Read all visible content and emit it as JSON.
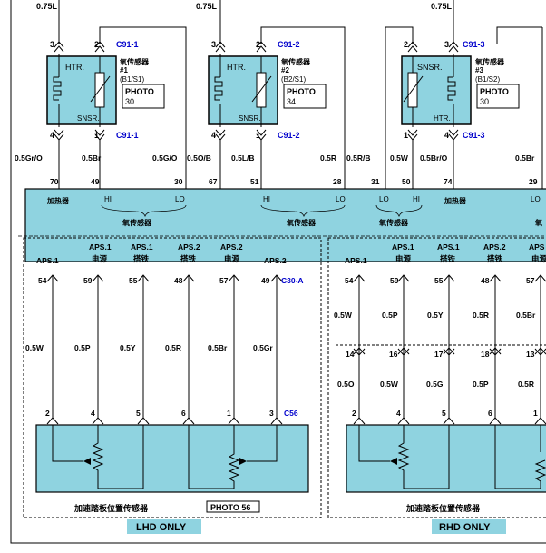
{
  "colors": {
    "box_fill": "#8fd3e0",
    "wire": "#000000",
    "connector_label": "#0000cc",
    "background": "#ffffff"
  },
  "top_wires": [
    "0.75L",
    "0.75L",
    "0.75L"
  ],
  "sensors": [
    {
      "connector": "C91-1",
      "pin_left": "3",
      "pin_right": "2",
      "pin_bottom_left": "4",
      "pin_bottom_right": "1",
      "label_top": "HTR.",
      "label_bottom": "SNSR.",
      "name": "氧传感器",
      "num": "#1",
      "loc": "(B1/S1)",
      "photo": "PHOTO",
      "photo_num": "30"
    },
    {
      "connector": "C91-2",
      "pin_left": "3",
      "pin_right": "2",
      "pin_bottom_left": "4",
      "pin_bottom_right": "1",
      "label_top": "HTR.",
      "label_bottom": "SNSR.",
      "name": "氧传感器",
      "num": "#2",
      "loc": "(B2/S1)",
      "photo": "PHOTO",
      "photo_num": "34"
    },
    {
      "connector": "C91-3",
      "pin_left": "2",
      "pin_right": "3",
      "pin_bottom_left": "1",
      "pin_bottom_right": "4",
      "label_top": "SNSR.",
      "label_bottom": "HTR.",
      "name": "氧传感器",
      "num": "#3",
      "loc": "(B1/S2)",
      "photo": "PHOTO",
      "photo_num": "30"
    }
  ],
  "ecu_top_wires": [
    "0.5Gr/O",
    "0.5Br",
    "0.5G/O",
    "0.5O/B",
    "0.5L/B",
    "0.5R",
    "0.5R/B",
    "0.5W",
    "0.5Br/O",
    "0.5Br"
  ],
  "ecu_top_pins": [
    "70",
    "49",
    "30",
    "67",
    "51",
    "28",
    "31",
    "50",
    "74",
    "29"
  ],
  "ecu_labels": {
    "heater": "加热器",
    "hi": "HI",
    "lo": "LO",
    "o2sensor": "氧传感器",
    "o2sensor_partial": "氧"
  },
  "aps_lhd": {
    "headers": [
      {
        "l1": "",
        "l2": "APS.1"
      },
      {
        "l1": "APS.1",
        "l2": "电源"
      },
      {
        "l1": "APS.1",
        "l2": "搭铁"
      },
      {
        "l1": "APS.2",
        "l2": "搭铁"
      },
      {
        "l1": "APS.2",
        "l2": "电源"
      },
      {
        "l1": "",
        "l2": "APS.2"
      }
    ],
    "pins": [
      "54",
      "59",
      "55",
      "48",
      "57",
      "49"
    ],
    "connector": "C30-A",
    "wires": [
      "0.5W",
      "0.5P",
      "0.5Y",
      "0.5R",
      "0.5Br",
      "0.5Gr"
    ],
    "bottom_pins": [
      "2",
      "4",
      "5",
      "6",
      "1",
      "3"
    ],
    "bottom_connector": "C56",
    "sensor_name": "加速踏板位置传感器",
    "photo": "PHOTO 56",
    "only": "LHD ONLY"
  },
  "aps_rhd": {
    "headers": [
      {
        "l1": "",
        "l2": "APS.1"
      },
      {
        "l1": "APS.1",
        "l2": "电源"
      },
      {
        "l1": "APS.1",
        "l2": "搭铁"
      },
      {
        "l1": "APS.2",
        "l2": "搭铁"
      },
      {
        "l1": "APS",
        "l2": "电源"
      }
    ],
    "pins": [
      "54",
      "59",
      "55",
      "48",
      "57"
    ],
    "wires_upper": [
      "0.5W",
      "0.5P",
      "0.5Y",
      "0.5R",
      "0.5Br"
    ],
    "mid_pins": [
      "14",
      "16",
      "17",
      "18",
      "13"
    ],
    "wires_lower": [
      "0.5O",
      "0.5W",
      "0.5G",
      "0.5P",
      "0.5R"
    ],
    "bottom_pins": [
      "2",
      "4",
      "5",
      "6",
      "1"
    ],
    "sensor_name": "加速踏板位置传感器",
    "only": "RHD ONLY"
  }
}
